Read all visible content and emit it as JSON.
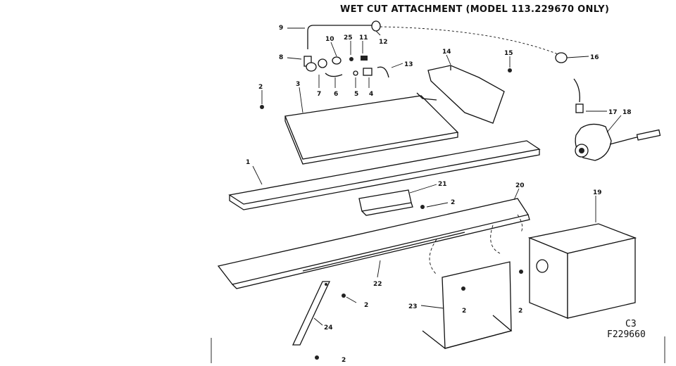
{
  "title": "WET CUT ATTACHMENT (MODEL 113.229670 ONLY)",
  "codes": [
    "C3",
    "F229660"
  ],
  "callouts": [
    {
      "id": "c1",
      "label": "1"
    },
    {
      "id": "c2a",
      "label": "2"
    },
    {
      "id": "c2b",
      "label": "2"
    },
    {
      "id": "c2c",
      "label": "2"
    },
    {
      "id": "c2d",
      "label": "2"
    },
    {
      "id": "c2e",
      "label": "2"
    },
    {
      "id": "c2f",
      "label": "2"
    },
    {
      "id": "c3",
      "label": "3"
    },
    {
      "id": "c4",
      "label": "4"
    },
    {
      "id": "c5",
      "label": "5"
    },
    {
      "id": "c6",
      "label": "6"
    },
    {
      "id": "c7",
      "label": "7"
    },
    {
      "id": "c8",
      "label": "8"
    },
    {
      "id": "c9",
      "label": "9"
    },
    {
      "id": "c10",
      "label": "10"
    },
    {
      "id": "c11",
      "label": "11"
    },
    {
      "id": "c12",
      "label": "12"
    },
    {
      "id": "c13",
      "label": "13"
    },
    {
      "id": "c14",
      "label": "14"
    },
    {
      "id": "c15",
      "label": "15"
    },
    {
      "id": "c16",
      "label": "16"
    },
    {
      "id": "c17",
      "label": "17"
    },
    {
      "id": "c18",
      "label": "18"
    },
    {
      "id": "c19",
      "label": "19"
    },
    {
      "id": "c20",
      "label": "20"
    },
    {
      "id": "c21",
      "label": "21"
    },
    {
      "id": "c22",
      "label": "22"
    },
    {
      "id": "c23",
      "label": "23"
    },
    {
      "id": "c24",
      "label": "24"
    },
    {
      "id": "c25",
      "label": "25"
    }
  ]
}
